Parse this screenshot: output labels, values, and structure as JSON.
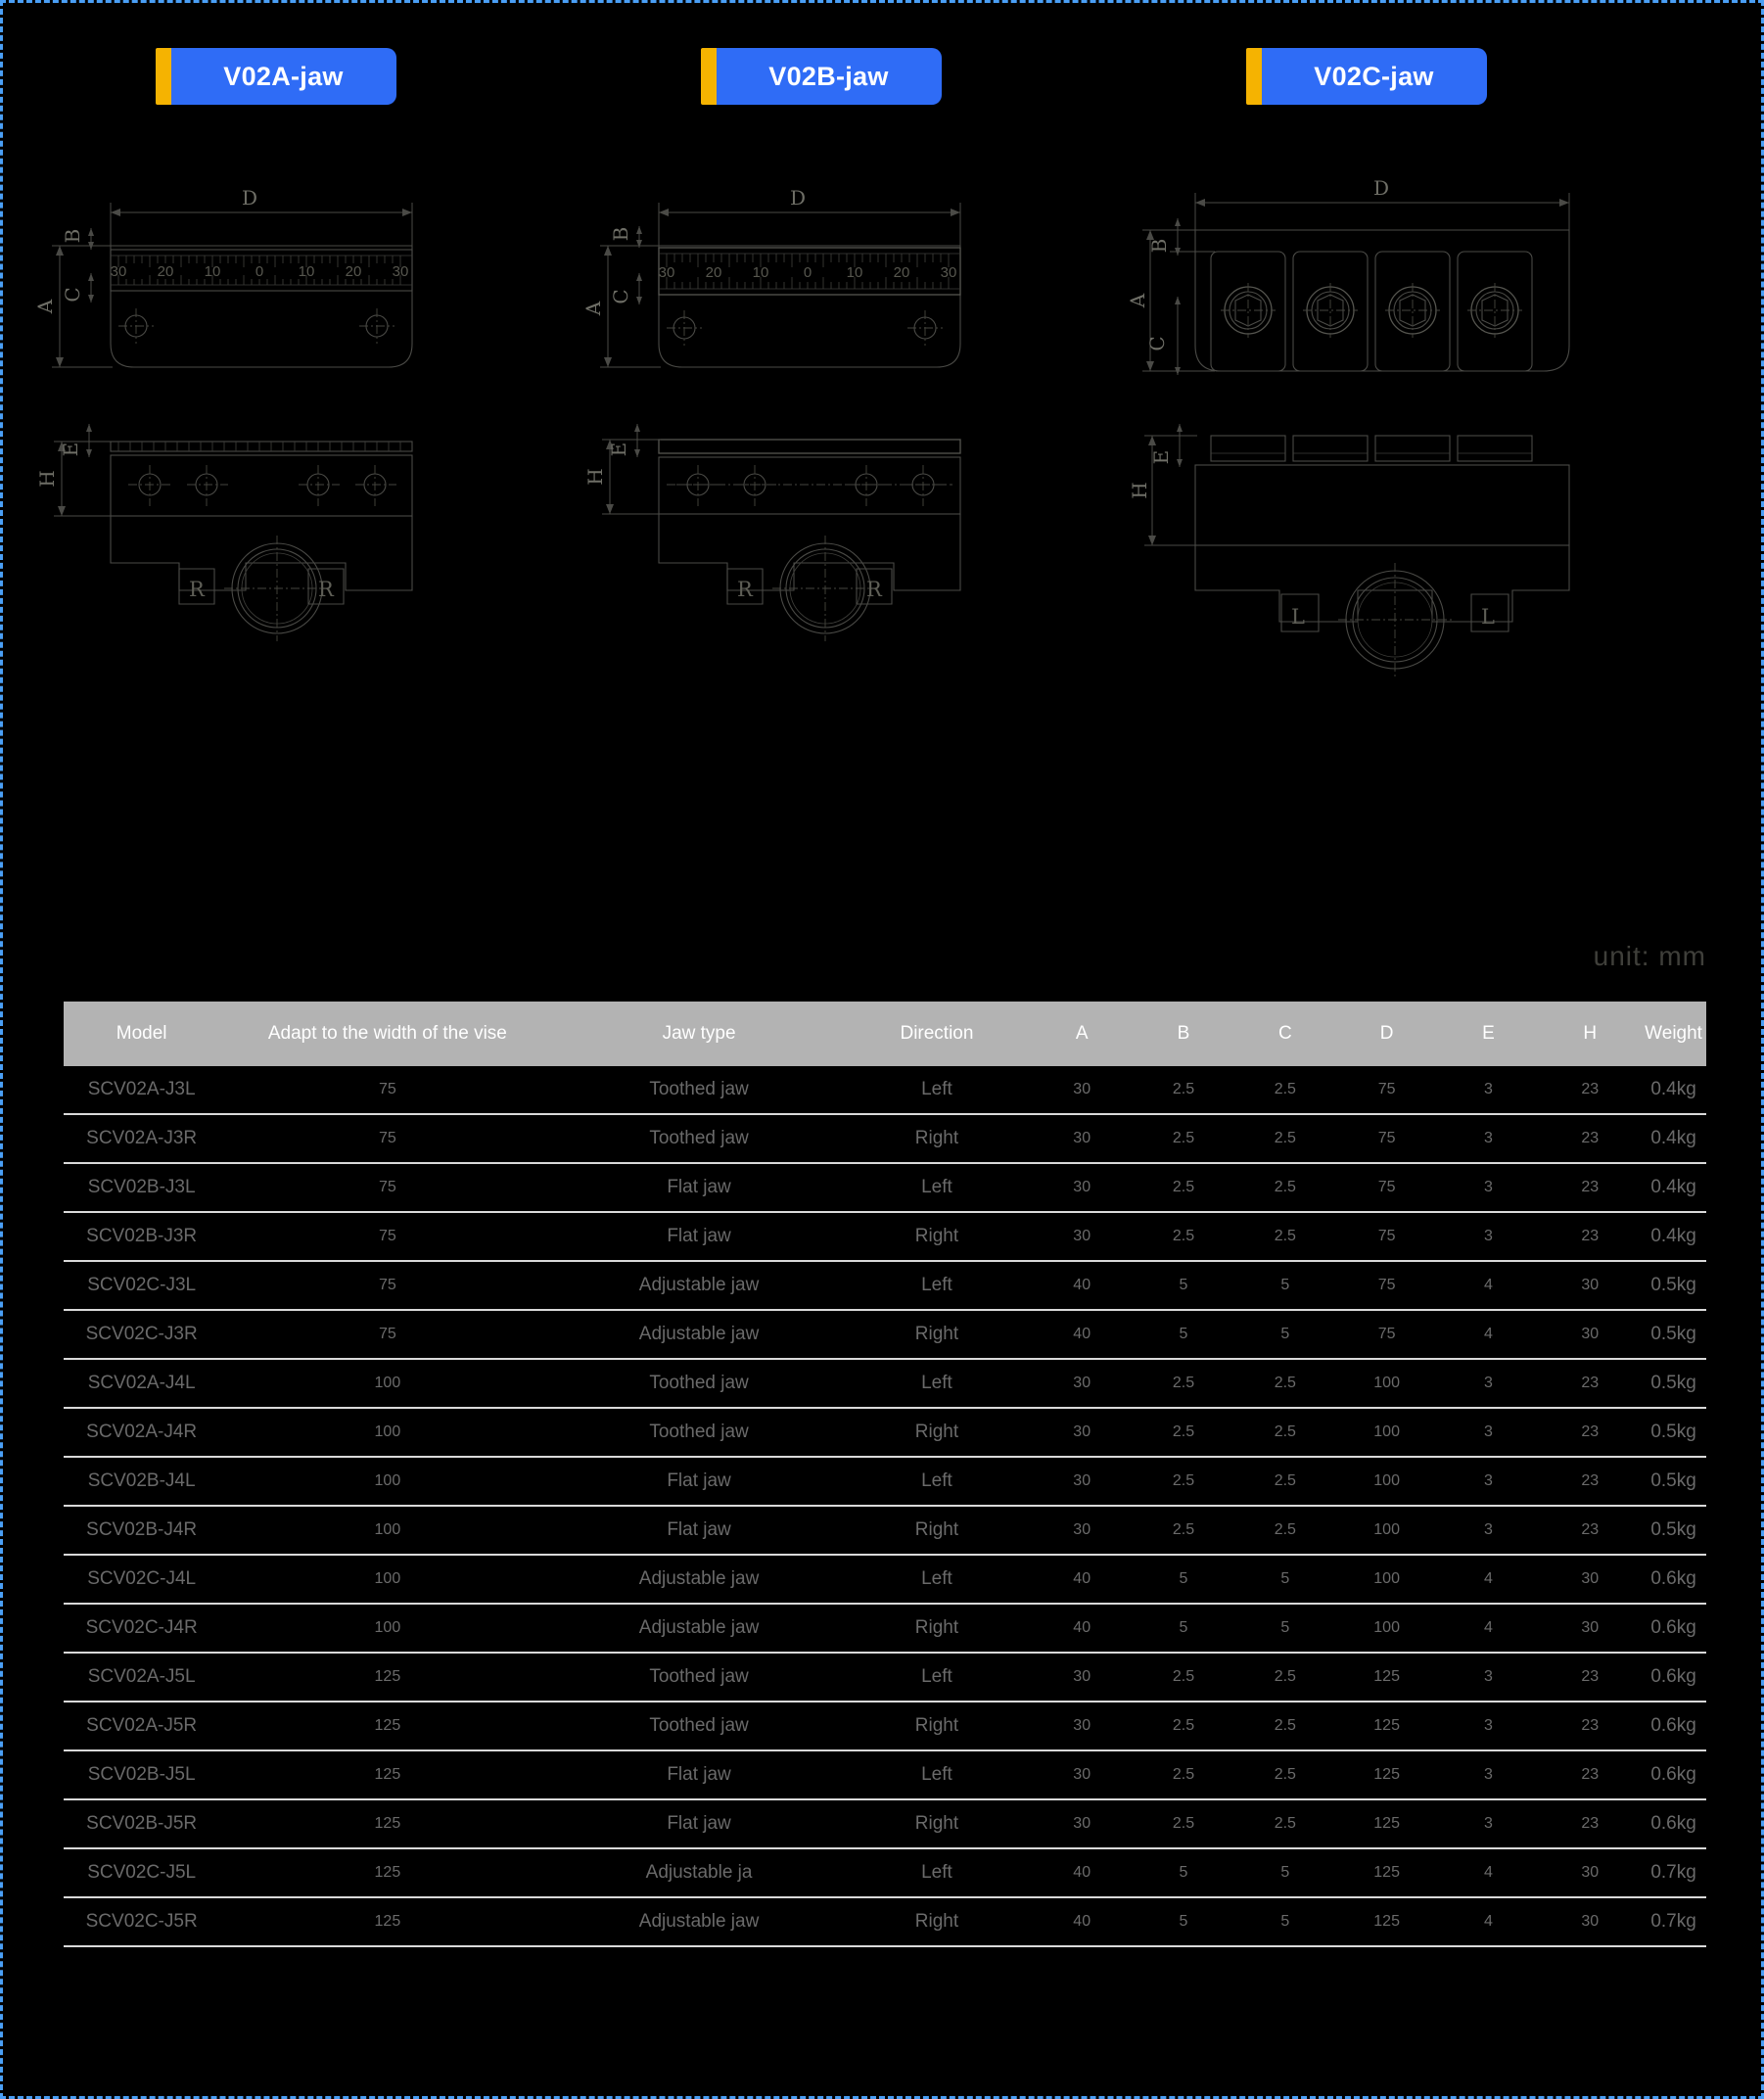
{
  "headers": [
    {
      "label": "V02A-jaw"
    },
    {
      "label": "V02B-jaw"
    },
    {
      "label": "V02C-jaw"
    }
  ],
  "colors": {
    "badge_bg": "#2f6cf6",
    "badge_accent": "#f5b301",
    "border": "#4a9ff5",
    "table_header_bg": "#b3b3b3",
    "background": "#000000"
  },
  "drawings": {
    "dimension_labels": [
      "A",
      "B",
      "C",
      "D",
      "E",
      "H"
    ],
    "ruler_ticks": [
      "30",
      "20",
      "10",
      "0",
      "10",
      "20",
      "30"
    ],
    "callout_left": "R",
    "callout_right": "R",
    "callout_c_left": "L",
    "callout_c_right": "L",
    "views": [
      {
        "name": "V02A-front",
        "dims": [
          "A",
          "B",
          "C",
          "D"
        ]
      },
      {
        "name": "V02A-bottom",
        "dims": [
          "E",
          "H"
        ]
      },
      {
        "name": "V02B-front",
        "dims": [
          "A",
          "B",
          "C",
          "D"
        ]
      },
      {
        "name": "V02B-bottom",
        "dims": [
          "E",
          "H"
        ]
      },
      {
        "name": "V02C-front",
        "dims": [
          "A",
          "B",
          "C",
          "D"
        ]
      },
      {
        "name": "V02C-bottom",
        "dims": [
          "E",
          "H"
        ]
      }
    ]
  },
  "unit_note": "unit:  mm",
  "table": {
    "columns": [
      "Model",
      "Adapt to the width of the vise",
      "Jaw type",
      "Direction",
      "A",
      "B",
      "C",
      "D",
      "E",
      "H",
      "Weight"
    ],
    "rows": [
      [
        "SCV02A-J3L",
        "75",
        "Toothed jaw",
        "Left",
        "30",
        "2.5",
        "2.5",
        "75",
        "3",
        "23",
        "0.4kg"
      ],
      [
        "SCV02A-J3R",
        "75",
        "Toothed jaw",
        "Right",
        "30",
        "2.5",
        "2.5",
        "75",
        "3",
        "23",
        "0.4kg"
      ],
      [
        "SCV02B-J3L",
        "75",
        "Flat jaw",
        "Left",
        "30",
        "2.5",
        "2.5",
        "75",
        "3",
        "23",
        "0.4kg"
      ],
      [
        "SCV02B-J3R",
        "75",
        "Flat jaw",
        "Right",
        "30",
        "2.5",
        "2.5",
        "75",
        "3",
        "23",
        "0.4kg"
      ],
      [
        "SCV02C-J3L",
        "75",
        "Adjustable jaw",
        "Left",
        "40",
        "5",
        "5",
        "75",
        "4",
        "30",
        "0.5kg"
      ],
      [
        "SCV02C-J3R",
        "75",
        "Adjustable jaw",
        "Right",
        "40",
        "5",
        "5",
        "75",
        "4",
        "30",
        "0.5kg"
      ],
      [
        "SCV02A-J4L",
        "100",
        "Toothed jaw",
        "Left",
        "30",
        "2.5",
        "2.5",
        "100",
        "3",
        "23",
        "0.5kg"
      ],
      [
        "SCV02A-J4R",
        "100",
        "Toothed jaw",
        "Right",
        "30",
        "2.5",
        "2.5",
        "100",
        "3",
        "23",
        "0.5kg"
      ],
      [
        "SCV02B-J4L",
        "100",
        "Flat jaw",
        "Left",
        "30",
        "2.5",
        "2.5",
        "100",
        "3",
        "23",
        "0.5kg"
      ],
      [
        "SCV02B-J4R",
        "100",
        "Flat jaw",
        "Right",
        "30",
        "2.5",
        "2.5",
        "100",
        "3",
        "23",
        "0.5kg"
      ],
      [
        "SCV02C-J4L",
        "100",
        "Adjustable jaw",
        "Left",
        "40",
        "5",
        "5",
        "100",
        "4",
        "30",
        "0.6kg"
      ],
      [
        "SCV02C-J4R",
        "100",
        "Adjustable jaw",
        "Right",
        "40",
        "5",
        "5",
        "100",
        "4",
        "30",
        "0.6kg"
      ],
      [
        "SCV02A-J5L",
        "125",
        "Toothed jaw",
        "Left",
        "30",
        "2.5",
        "2.5",
        "125",
        "3",
        "23",
        "0.6kg"
      ],
      [
        "SCV02A-J5R",
        "125",
        "Toothed jaw",
        "Right",
        "30",
        "2.5",
        "2.5",
        "125",
        "3",
        "23",
        "0.6kg"
      ],
      [
        "SCV02B-J5L",
        "125",
        "Flat jaw",
        "Left",
        "30",
        "2.5",
        "2.5",
        "125",
        "3",
        "23",
        "0.6kg"
      ],
      [
        "SCV02B-J5R",
        "125",
        "Flat jaw",
        "Right",
        "30",
        "2.5",
        "2.5",
        "125",
        "3",
        "23",
        "0.6kg"
      ],
      [
        "SCV02C-J5L",
        "125",
        "Adjustable ja",
        "Left",
        "40",
        "5",
        "5",
        "125",
        "4",
        "30",
        "0.7kg"
      ],
      [
        "SCV02C-J5R",
        "125",
        "Adjustable jaw",
        "Right",
        "40",
        "5",
        "5",
        "125",
        "4",
        "30",
        "0.7kg"
      ]
    ]
  }
}
